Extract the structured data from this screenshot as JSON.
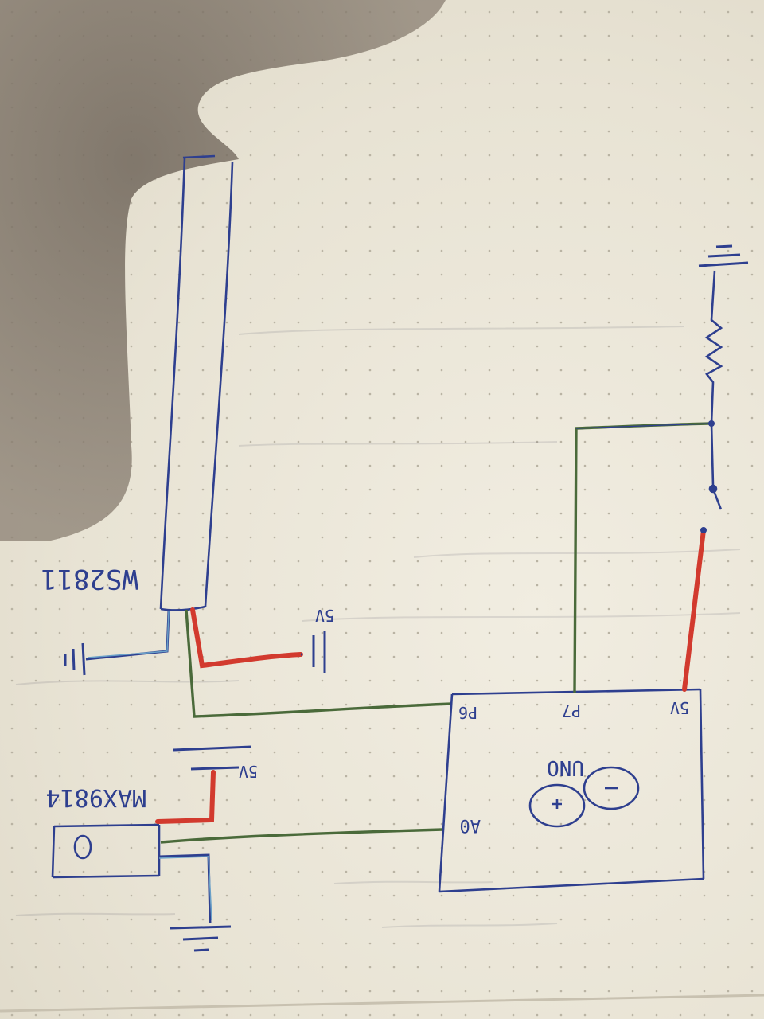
{
  "diagram": {
    "strip_label": "WS2811",
    "arduino_label": "UNO",
    "ic_label": "MAX9814",
    "pins": {
      "p6": "P6",
      "p7": "P7",
      "five_v": "5V",
      "a0": "A0"
    },
    "supply_label_1": "5V",
    "supply_label_2": "5V"
  },
  "colors": {
    "ink_blue": "#2e3f8f",
    "wire_green": "#4a6a3a",
    "wire_red": "#d23a2e",
    "paper": "#ece7d9"
  }
}
